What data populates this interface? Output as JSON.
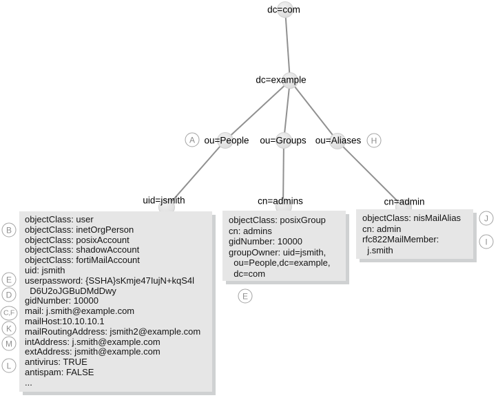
{
  "tree": {
    "nodes": [
      {
        "id": "dc-com",
        "label": "dc=com"
      },
      {
        "id": "dc-example",
        "label": "dc=example"
      },
      {
        "id": "ou-people",
        "label": "ou=People"
      },
      {
        "id": "ou-groups",
        "label": "ou=Groups"
      },
      {
        "id": "ou-aliases",
        "label": "ou=Aliases"
      },
      {
        "id": "uid-jsmith",
        "label": "uid=jsmith"
      },
      {
        "id": "cn-admins",
        "label": "cn=admins"
      },
      {
        "id": "cn-admin",
        "label": "cn=admin"
      }
    ]
  },
  "callouts": {
    "a": "A",
    "b": "B",
    "cf": "C,F",
    "d": "D",
    "e_userpassword": "E",
    "e_groupowner": "E",
    "h": "H",
    "i": "I",
    "j": "J",
    "k": "K",
    "l": "L",
    "m": "M"
  },
  "boxes": {
    "jsmith": {
      "lines": [
        "objectClass: user",
        "objectClass: inetOrgPerson",
        "objectClass: posixAccount",
        "objectClass: shadowAccount",
        "objectClass: fortiMailAccount",
        "uid: jsmith",
        "userpassword: {SSHA}sKmje47IujN+kqS4l",
        "  D6U2oJGBuDMdDwy",
        "gidNumber: 10000",
        "mail: j.smith@example.com",
        "mailHost:10.10.10.1",
        "mailRoutingAddress: jsmith2@example.com",
        "intAddress: j.smith@example.com",
        "extAddress: jsmith@example.com",
        "antivirus: TRUE",
        "antispam: FALSE",
        "..."
      ]
    },
    "admins": {
      "lines": [
        "objectClass: posixGroup",
        "cn: admins",
        "gidNumber: 10000",
        "groupOwner: uid=jsmith,",
        "  ou=People,dc=example,",
        "  dc=com"
      ]
    },
    "admin": {
      "lines": [
        "objectClass: nisMailAlias",
        "cn: admin",
        "rfc822MailMember:",
        "  j.smith"
      ]
    }
  },
  "colors": {
    "box_fill": "#e6e6e6",
    "box_shadow": "#cfd1d2",
    "edge": "#909090",
    "node_fill": "#e3e3e3",
    "callout_ring": "#a2a2a2",
    "callout_text": "#8f8f8f"
  }
}
